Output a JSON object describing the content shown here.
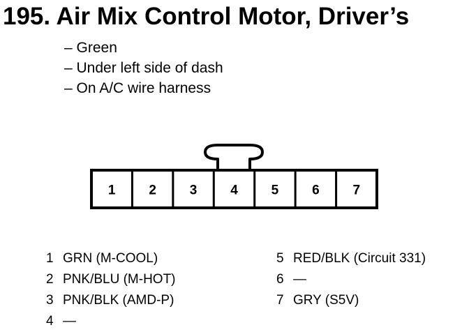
{
  "title": "195. Air Mix Control Motor, Driver’s",
  "notes": [
    "– Green",
    "– Under left side of dash",
    "– On A/C wire harness"
  ],
  "connector": {
    "pins": [
      "1",
      "2",
      "3",
      "4",
      "5",
      "6",
      "7"
    ]
  },
  "pinout": {
    "left": [
      {
        "num": "1",
        "desc": "GRN (M-COOL)"
      },
      {
        "num": "2",
        "desc": "PNK/BLU (M-HOT)"
      },
      {
        "num": "3",
        "desc": "PNK/BLK (AMD-P)"
      },
      {
        "num": "4",
        "desc": "—"
      }
    ],
    "right": [
      {
        "num": "5",
        "desc": "RED/BLK (Circuit 331)"
      },
      {
        "num": "6",
        "desc": "—"
      },
      {
        "num": "7",
        "desc": "GRY (S5V)"
      }
    ]
  }
}
